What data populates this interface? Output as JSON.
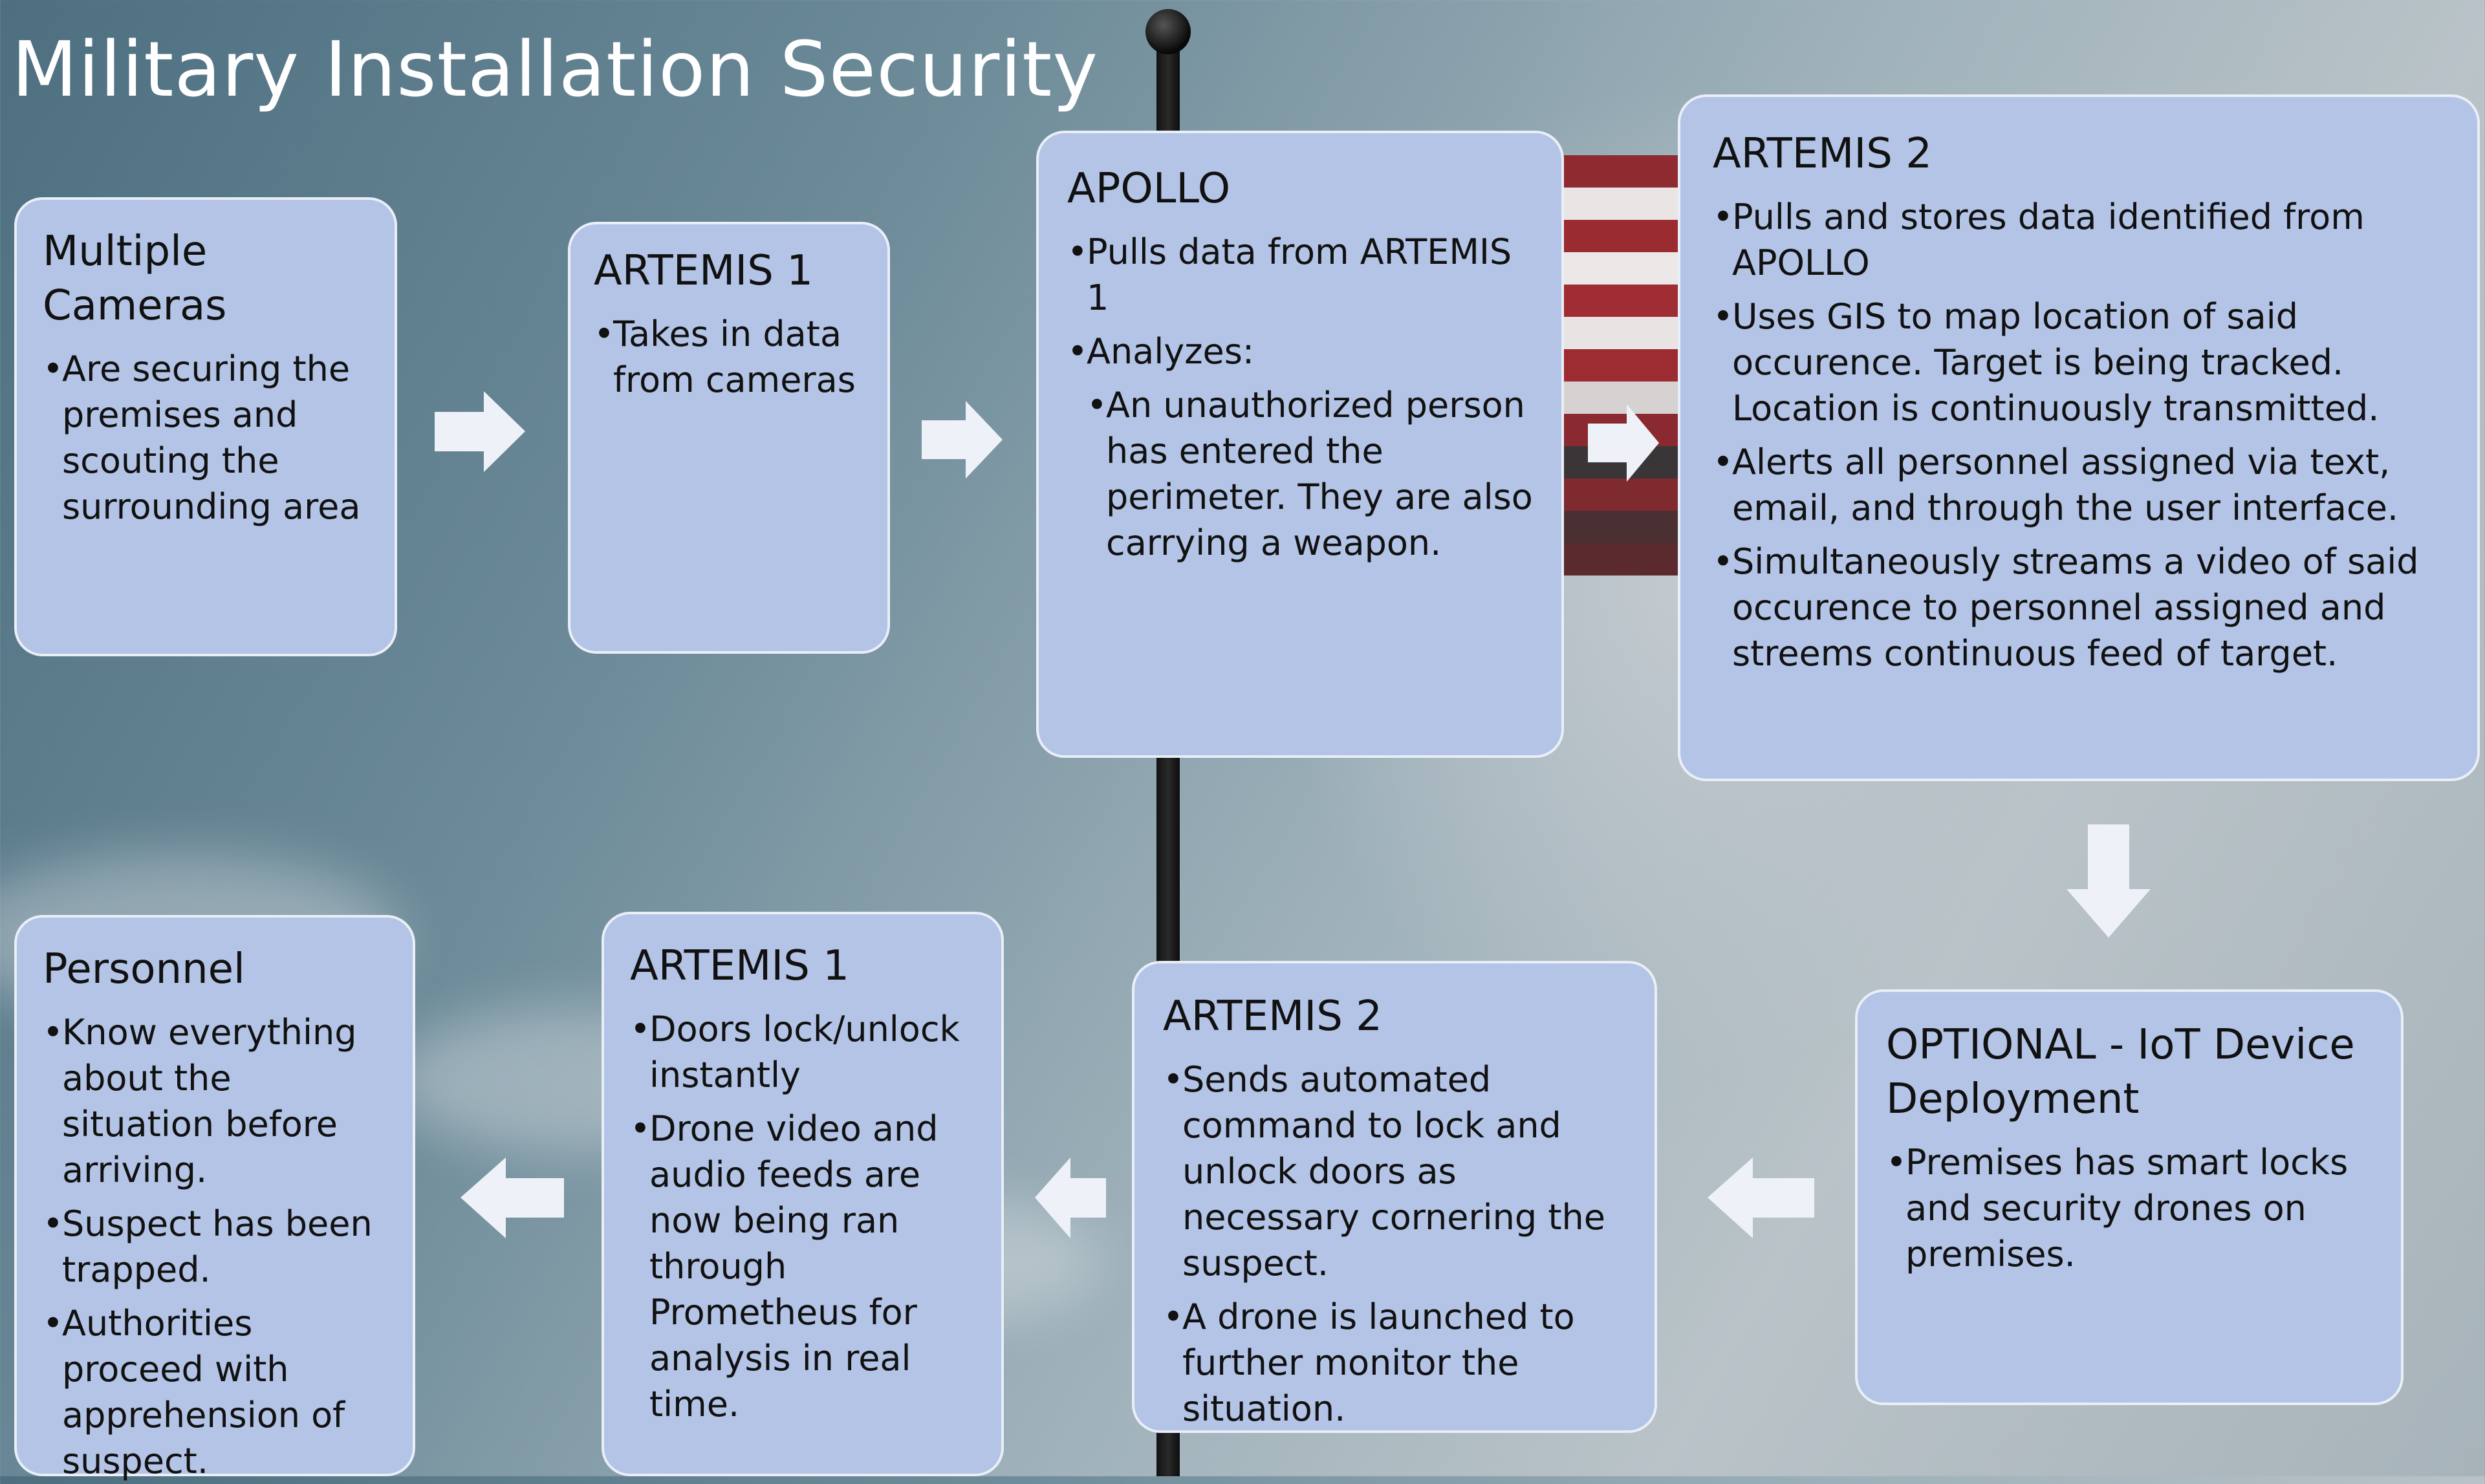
{
  "title": "Military Installation Security",
  "colors": {
    "box_fill": "#b3c4e6",
    "box_border": "#e9eef7",
    "arrow": "#eef1f8"
  },
  "nodes": {
    "cameras": {
      "title": "Multiple Cameras",
      "bullets": [
        "Are securing the premises and scouting the surrounding area"
      ]
    },
    "artemis1_top": {
      "title": "ARTEMIS 1",
      "bullets": [
        "Takes in data from cameras"
      ]
    },
    "apollo": {
      "title": "APOLLO",
      "bullets": [
        "Pulls data from ARTEMIS 1",
        "Analyzes:",
        "An unauthorized person has entered the perimeter. They are also carrying a weapon."
      ]
    },
    "artemis2_top": {
      "title": "ARTEMIS 2",
      "bullets": [
        "Pulls and stores data identified from APOLLO",
        "Uses GIS to map location of said occurence. Target is being tracked. Location is continuously transmitted.",
        "Alerts all personnel assigned via text, email, and through the user interface.",
        "Simultaneously streams a video of said occurence to personnel assigned and streems continuous feed of target."
      ]
    },
    "optional": {
      "title": "OPTIONAL - IoT Device Deployment",
      "bullets": [
        "Premises has smart locks and security drones on premises."
      ]
    },
    "artemis2_bottom": {
      "title": "ARTEMIS 2",
      "bullets": [
        "Sends automated command to lock and unlock doors as necessary cornering the suspect.",
        "A drone is launched to further monitor the situation."
      ]
    },
    "artemis1_bottom": {
      "title": "ARTEMIS 1",
      "bullets": [
        "Doors lock/unlock instantly",
        "Drone video and audio feeds are now being ran through Prometheus for analysis in real time."
      ]
    },
    "personnel": {
      "title": "Personnel",
      "bullets": [
        "Know everything about the situation before arriving.",
        "Suspect has been trapped.",
        "Authorities proceed with apprehension of suspect."
      ]
    }
  },
  "flow": [
    {
      "from": "Multiple Cameras",
      "to": "ARTEMIS 1",
      "direction": "right"
    },
    {
      "from": "ARTEMIS 1",
      "to": "APOLLO",
      "direction": "right"
    },
    {
      "from": "APOLLO",
      "to": "ARTEMIS 2",
      "direction": "right"
    },
    {
      "from": "ARTEMIS 2",
      "to": "OPTIONAL - IoT Device Deployment",
      "direction": "down"
    },
    {
      "from": "OPTIONAL - IoT Device Deployment",
      "to": "ARTEMIS 2",
      "direction": "left"
    },
    {
      "from": "ARTEMIS 2",
      "to": "ARTEMIS 1",
      "direction": "left"
    },
    {
      "from": "ARTEMIS 1",
      "to": "Personnel",
      "direction": "left"
    }
  ]
}
